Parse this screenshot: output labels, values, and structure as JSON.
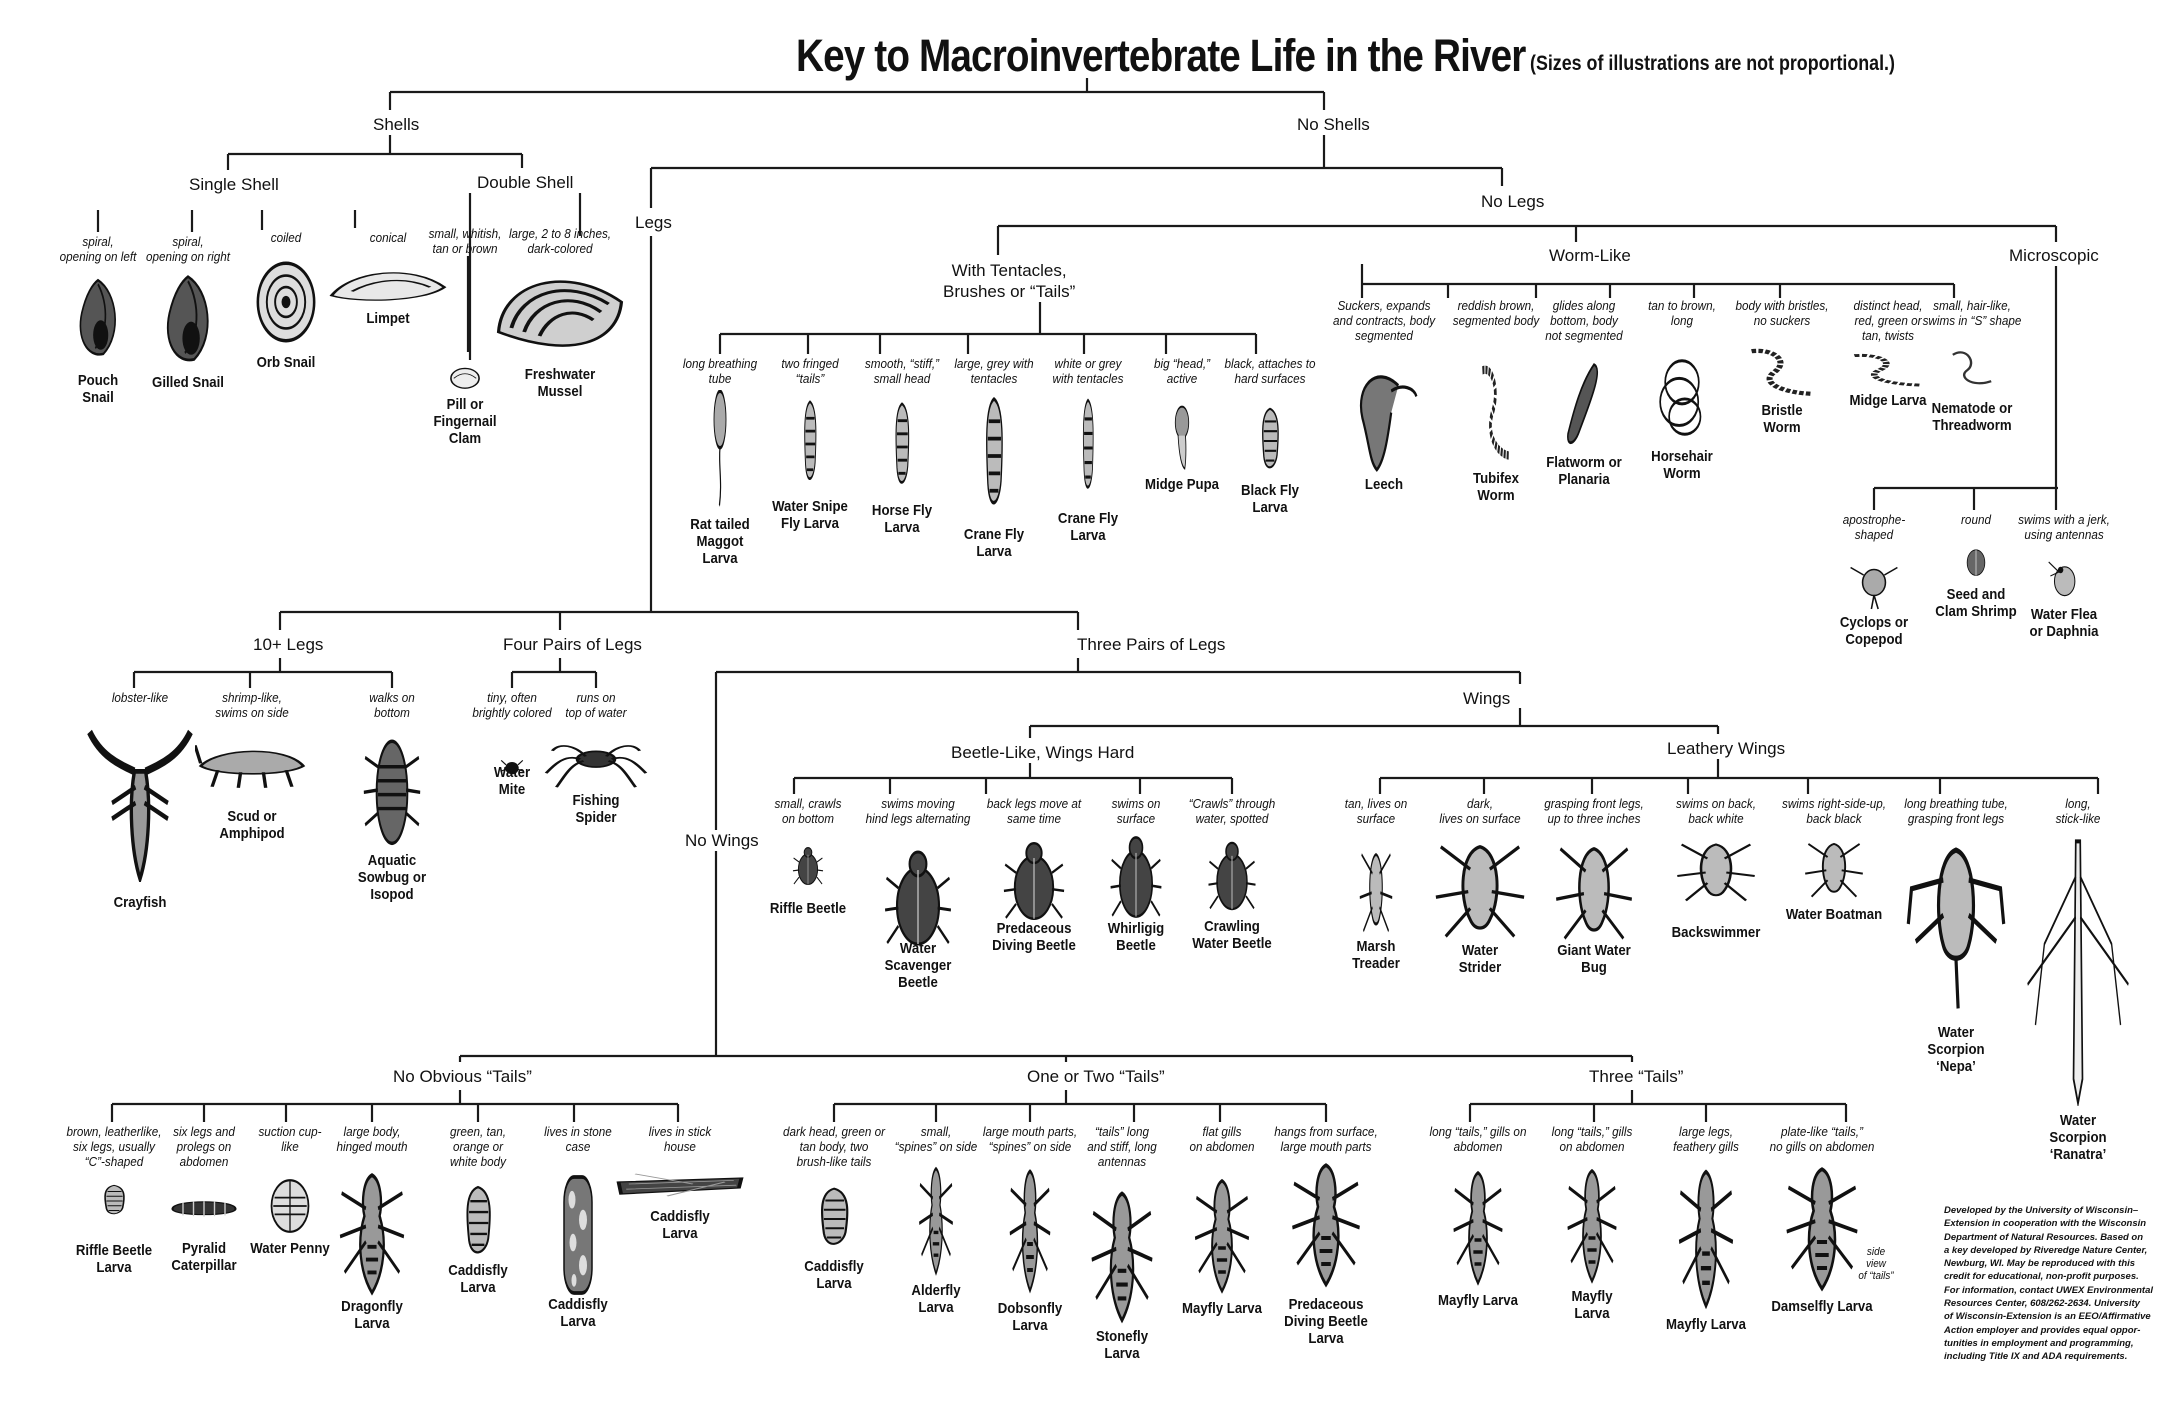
{
  "title": "Key to Macroinvertebrate Life in the River",
  "subtitle": "(Sizes of illustrations are not proportional.)",
  "categories": {
    "shells": "Shells",
    "no_shells": "No Shells",
    "single_shell": "Single Shell",
    "double_shell": "Double Shell",
    "legs": "Legs",
    "no_legs": "No Legs",
    "with_tentacles": "With Tentacles,\nBrushes or “Tails”",
    "worm_like": "Worm-Like",
    "microscopic": "Microscopic",
    "ten_plus_legs": "10+ Legs",
    "four_pairs": "Four Pairs of Legs",
    "three_pairs": "Three Pairs of Legs",
    "wings": "Wings",
    "no_wings": "No Wings",
    "beetle_like": "Beetle-Like, Wings Hard",
    "leathery_wings": "Leathery Wings",
    "no_obvious_tails": "No Obvious “Tails”",
    "one_two_tails": "One or Two “Tails”",
    "three_tails": "Three “Tails”"
  },
  "organisms": [
    {
      "desc": "spiral,\nopening on left",
      "name": "Pouch\nSnail",
      "icon": "snail-icon"
    },
    {
      "desc": "spiral,\nopening on right",
      "name": "Gilled Snail",
      "icon": "snail-icon"
    },
    {
      "desc": "coiled",
      "name": "Orb Snail",
      "icon": "orb-snail-icon"
    },
    {
      "desc": "conical",
      "name": "Limpet",
      "icon": "limpet-icon"
    },
    {
      "desc": "small, whitish,\ntan or brown",
      "name": "Pill or\nFingernail\nClam",
      "icon": "clam-icon"
    },
    {
      "desc": "large, 2 to 8 inches,\ndark-colored",
      "name": "Freshwater\nMussel",
      "icon": "mussel-icon"
    },
    {
      "desc": "long breathing\ntube",
      "name": "Rat tailed\nMaggot\nLarva",
      "icon": "maggot-icon"
    },
    {
      "desc": "two fringed\n“tails”",
      "name": "Water Snipe\nFly Larva",
      "icon": "larva-icon"
    },
    {
      "desc": "smooth, “stiff,”\nsmall head",
      "name": "Horse Fly\nLarva",
      "icon": "larva-icon"
    },
    {
      "desc": "large, grey with\ntentacles",
      "name": "Crane Fly\nLarva",
      "icon": "larva-icon"
    },
    {
      "desc": "white or grey\nwith tentacles",
      "name": "Crane Fly\nLarva",
      "icon": "larva-icon"
    },
    {
      "desc": "big “head,”\nactive",
      "name": "Midge Pupa",
      "icon": "pupa-icon"
    },
    {
      "desc": "black, attaches to\nhard surfaces",
      "name": "Black Fly\nLarva",
      "icon": "larva-icon"
    },
    {
      "desc": "Suckers, expands\nand contracts, body\nsegmented",
      "name": "Leech",
      "icon": "leech-icon"
    },
    {
      "desc": "reddish brown,\nsegmented body",
      "name": "Tubifex\nWorm",
      "icon": "worm-icon"
    },
    {
      "desc": "glides along\nbottom, body\nnot segmented",
      "name": "Flatworm or\nPlanaria",
      "icon": "flatworm-icon"
    },
    {
      "desc": "tan to brown,\nlong",
      "name": "Horsehair\nWorm",
      "icon": "horsehair-worm-icon"
    },
    {
      "desc": "body with bristles,\nno suckers",
      "name": "Bristle\nWorm",
      "icon": "worm-icon"
    },
    {
      "desc": "distinct head,\nred, green or\ntan, twists",
      "name": "Midge Larva",
      "icon": "worm-icon"
    },
    {
      "desc": "small, hair-like,\nswims in “S” shape",
      "name": "Nematode or\nThreadworm",
      "icon": "threadworm-icon"
    },
    {
      "desc": "apostrophe-\nshaped",
      "name": "Cyclops or\nCopepod",
      "icon": "copepod-icon"
    },
    {
      "desc": "round",
      "name": "Seed and\nClam Shrimp",
      "icon": "shrimp-icon"
    },
    {
      "desc": "swims with a jerk,\nusing antennas",
      "name": "Water Flea\nor Daphnia",
      "icon": "daphnia-icon"
    },
    {
      "desc": "lobster-like",
      "name": "Crayfish",
      "icon": "crayfish-icon"
    },
    {
      "desc": "shrimp-like,\nswims on side",
      "name": "Scud or\nAmphipod",
      "icon": "scud-icon"
    },
    {
      "desc": "walks on\nbottom",
      "name": "Aquatic\nSowbug or\nIsopod",
      "icon": "sowbug-icon"
    },
    {
      "desc": "tiny, often\nbrightly colored",
      "name": "Water\nMite",
      "icon": "mite-icon"
    },
    {
      "desc": "runs on\ntop of water",
      "name": "Fishing\nSpider",
      "icon": "spider-icon"
    },
    {
      "desc": "small, crawls\non bottom",
      "name": "Riffle Beetle",
      "icon": "beetle-icon"
    },
    {
      "desc": "swims moving\nhind legs alternating",
      "name": "Water\nScavenger\nBeetle",
      "icon": "beetle-icon"
    },
    {
      "desc": "back legs move at\nsame time",
      "name": "Predaceous\nDiving Beetle",
      "icon": "beetle-icon"
    },
    {
      "desc": "swims on\nsurface",
      "name": "Whirligig\nBeetle",
      "icon": "beetle-icon"
    },
    {
      "desc": "“Crawls” through\nwater, spotted",
      "name": "Crawling\nWater Beetle",
      "icon": "beetle-icon"
    },
    {
      "desc": "tan, lives on\nsurface",
      "name": "Marsh\nTreader",
      "icon": "bug-icon"
    },
    {
      "desc": "dark,\nlives on surface",
      "name": "Water\nStrider",
      "icon": "bug-icon"
    },
    {
      "desc": "grasping front legs,\nup to three inches",
      "name": "Giant Water\nBug",
      "icon": "bug-icon"
    },
    {
      "desc": "swims on back,\nback white",
      "name": "Backswimmer",
      "icon": "bug-icon"
    },
    {
      "desc": "swims right-side-up,\nback black",
      "name": "Water Boatman",
      "icon": "bug-icon"
    },
    {
      "desc": "long breathing tube,\ngrasping front legs",
      "name": "Water\nScorpion\n‘Nepa’",
      "icon": "water-scorpion-icon"
    },
    {
      "desc": "long,\nstick-like",
      "name": "Water\nScorpion\n‘Ranatra’",
      "icon": "ranatra-icon"
    },
    {
      "desc": "brown, leatherlike,\nsix legs, usually\n“C”-shaped",
      "name": "Riffle Beetle\nLarva",
      "icon": "larva-icon"
    },
    {
      "desc": "six legs and\nprolegs on\nabdomen",
      "name": "Pyralid\nCaterpillar",
      "icon": "caterpillar-icon"
    },
    {
      "desc": "suction cup-\nlike",
      "name": "Water Penny",
      "icon": "water-penny-icon"
    },
    {
      "desc": "large body,\nhinged mouth",
      "name": "Dragonfly\nLarva",
      "icon": "nymph-icon"
    },
    {
      "desc": "green, tan,\norange or\nwhite body",
      "name": "Caddisfly\nLarva",
      "icon": "larva-icon"
    },
    {
      "desc": "lives in stone\ncase",
      "name": "Caddisfly\nLarva",
      "icon": "case-icon"
    },
    {
      "desc": "lives in stick\nhouse",
      "name": "Caddisfly\nLarva",
      "icon": "stick-case-icon"
    },
    {
      "desc": "dark head, green or\ntan body, two\nbrush-like tails",
      "name": "Caddisfly\nLarva",
      "icon": "larva-icon"
    },
    {
      "desc": "small,\n“spines” on side",
      "name": "Alderfly\nLarva",
      "icon": "nymph-icon"
    },
    {
      "desc": "large mouth parts,\n“spines” on side",
      "name": "Dobsonfly\nLarva",
      "icon": "nymph-icon"
    },
    {
      "desc": "“tails” long\nand stiff, long\nantennas",
      "name": "Stonefly\nLarva",
      "icon": "nymph-icon"
    },
    {
      "desc": "flat gills\non abdomen",
      "name": "Mayfly Larva",
      "icon": "nymph-icon"
    },
    {
      "desc": "hangs from surface,\nlarge mouth parts",
      "name": "Predaceous\nDiving Beetle\nLarva",
      "icon": "nymph-icon"
    },
    {
      "desc": "long “tails,” gills on\nabdomen",
      "name": "Mayfly Larva",
      "icon": "nymph-icon"
    },
    {
      "desc": "long “tails,” gills\non abdomen",
      "name": "Mayfly\nLarva",
      "icon": "nymph-icon"
    },
    {
      "desc": "large legs,\nfeathery gills",
      "name": "Mayfly Larva",
      "icon": "nymph-icon"
    },
    {
      "desc": "plate-like “tails,”\nno gills on abdomen",
      "name": "Damselfly Larva",
      "icon": "nymph-icon"
    }
  ],
  "side_view_note": "side\nview\nof “tails”",
  "credit": "Developed by the University of Wisconsin–\nExtension in cooperation with the Wisconsin\nDepartment of Natural Resources. Based on\na key developed by Riveredge Nature Center,\nNewburg, WI. May be reproduced with this\ncredit for educational, non-profit purposes.\nFor information, contact UWEX Environmental\nResources Center, 608/262-2634. University\nof Wisconsin-Extension is an EEO/Affirmative\nAction employer and provides equal oppor-\ntunities in employment and programming,\nincluding Title IX and ADA requirements."
}
